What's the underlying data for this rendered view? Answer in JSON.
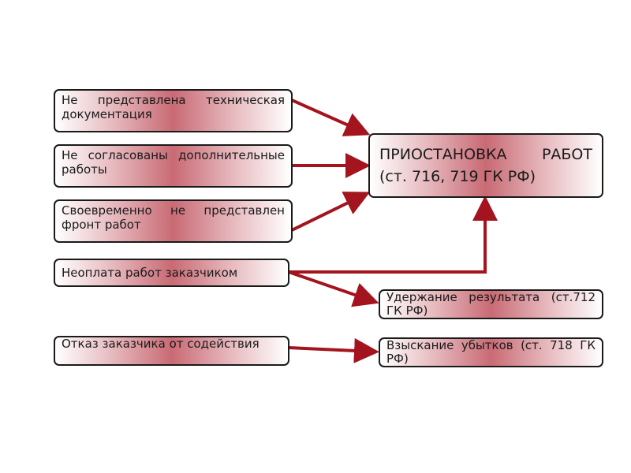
{
  "colors": {
    "arrow": "#a3141e",
    "border": "#1a1a1a",
    "gradient_mid": "#c96a74"
  },
  "causes": [
    {
      "text": "Не представлена техническая документация"
    },
    {
      "text": "Не согласованы дополнительные работы"
    },
    {
      "text": "Своевременно не представлен фронт работ"
    },
    {
      "text": "Неоплата работ заказчиком"
    },
    {
      "text": "Отказ заказчика от содействия"
    }
  ],
  "results": [
    {
      "text": "ПРИОСТАНОВКА РАБОТ (ст. 716, 719 ГК РФ)"
    },
    {
      "text": "Удержание результата (ст.712 ГК РФ)"
    },
    {
      "text": "Взыскание убытков (ст. 718 ГК РФ)"
    }
  ]
}
